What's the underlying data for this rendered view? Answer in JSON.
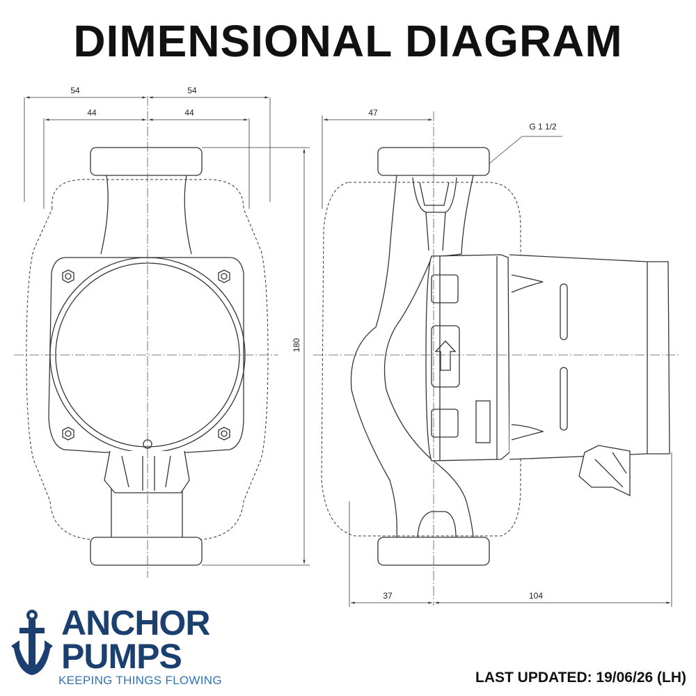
{
  "title": "DIMENSIONAL DIAGRAM",
  "dimensions": {
    "front_outer_left": "54",
    "front_outer_right": "54",
    "front_inner_left": "44",
    "front_inner_right": "44",
    "front_height": "180",
    "side_top_offset": "47",
    "thread": "G 1 1/2",
    "side_bottom_left": "37",
    "side_bottom_right": "104"
  },
  "brand": {
    "line1": "ANCHOR",
    "line2": "PUMPS",
    "tagline": "KEEPING THINGS FLOWING",
    "color_primary": "#1b3f6e",
    "color_tagline": "#2f73b4"
  },
  "last_updated": "LAST UPDATED: 19/06/26 (LH)"
}
